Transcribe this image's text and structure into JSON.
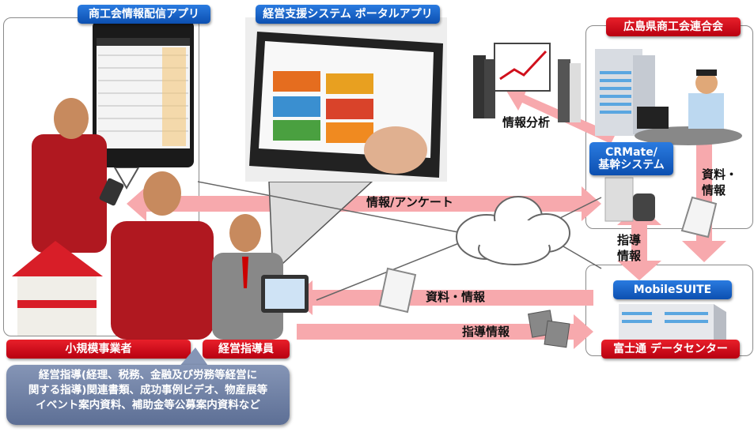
{
  "labels": {
    "app_info": "商工会情報配信アプリ",
    "portal_app": "経営支援システム ポータルアプリ",
    "federation": "広島県商工会連合会",
    "crmate_line1": "CRMate/",
    "crmate_line2": "基幹システム",
    "mobilesuite": "MobileSUITE",
    "datacenter": "富士通 データセンター",
    "small_business": "小規模事業者",
    "advisor": "経営指導員"
  },
  "flows": {
    "analysis": "情報分析",
    "info_survey": "情報/アンケート",
    "materials_info": "資料・情報",
    "guidance_info": "指導情報",
    "right_materials_line1": "資料・",
    "right_materials_line2": "情報",
    "right_guidance_line1": "指導",
    "right_guidance_line2": "情報"
  },
  "callout": {
    "line1": "経営指導(経理、税務、金融及び労務等経営に",
    "line2": "関する指導)関連書類、成功事例ビデオ、物産展等",
    "line3": "イベント案内資料、補助金等公募案内資料など"
  },
  "colors": {
    "red": "#d0101c",
    "blue": "#1a63c8",
    "arrow": "#f7a9ad",
    "callout": "#6f80a4"
  }
}
